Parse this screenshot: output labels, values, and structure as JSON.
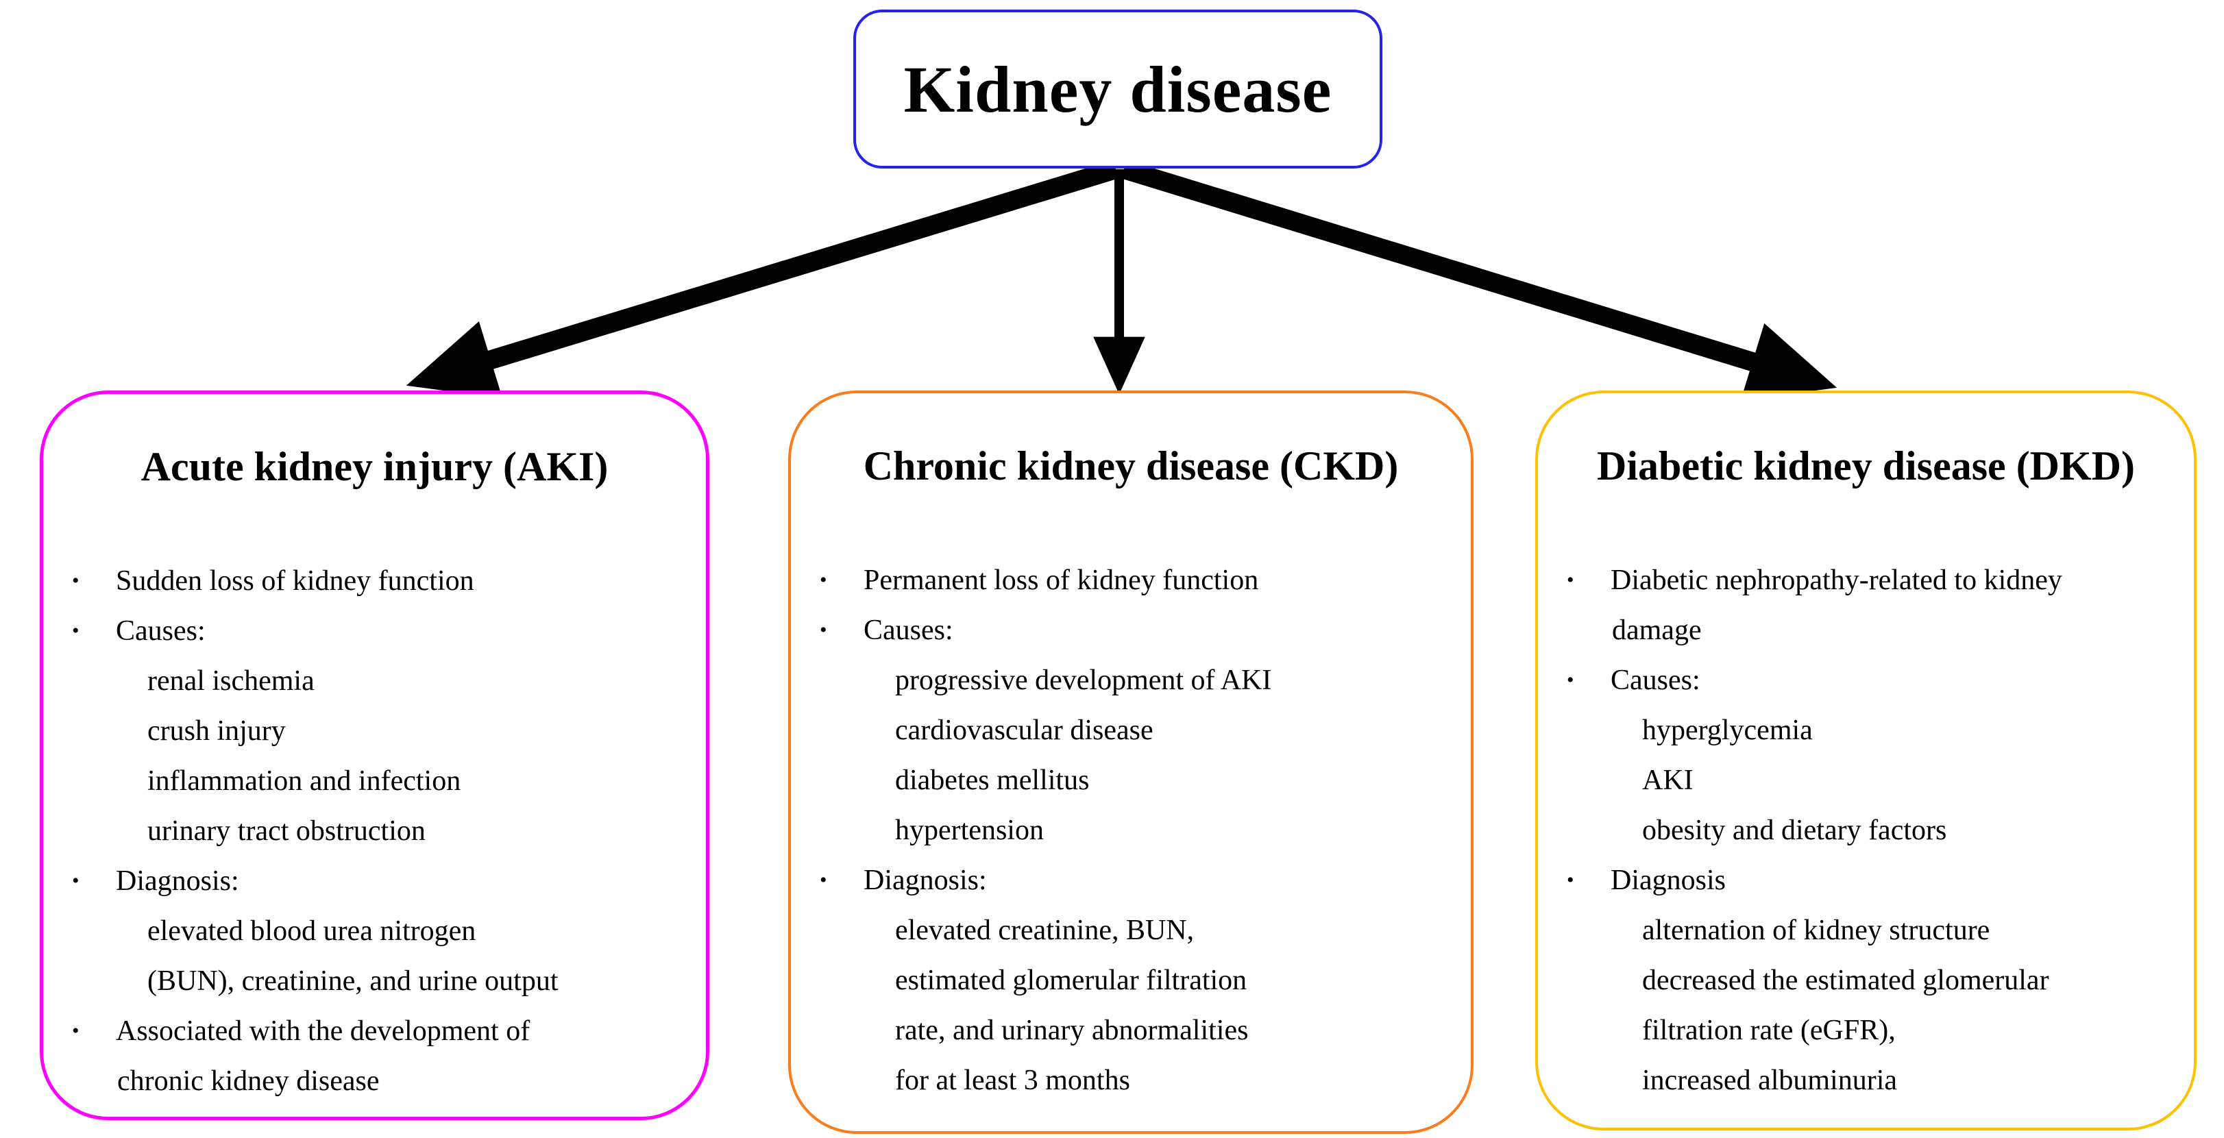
{
  "title": {
    "label": "Kidney disease"
  },
  "colors": {
    "root_border": "#2323ee",
    "aki_border": "#ff00ff",
    "ckd_border": "#f97c1d",
    "dkd_border": "#ffc000",
    "arrow": "#000000",
    "text": "#000000"
  },
  "bullet_glyph": "•",
  "boxes": [
    {
      "id": "aki",
      "title": "Acute kidney injury (AKI)",
      "lines": [
        {
          "type": "bullet",
          "text": "Sudden loss of kidney function"
        },
        {
          "type": "bullet",
          "text": "Causes:"
        },
        {
          "type": "sub",
          "text": "renal ischemia"
        },
        {
          "type": "sub",
          "text": "crush injury"
        },
        {
          "type": "sub",
          "text": "inflammation and infection"
        },
        {
          "type": "sub",
          "text": "urinary tract obstruction"
        },
        {
          "type": "bullet",
          "text": "Diagnosis:"
        },
        {
          "type": "sub",
          "text": "elevated blood urea nitrogen"
        },
        {
          "type": "sub",
          "text": "(BUN), creatinine, and urine output"
        },
        {
          "type": "bullet",
          "text": "Associated with the development of"
        },
        {
          "type": "cont",
          "text": "chronic kidney disease"
        }
      ]
    },
    {
      "id": "ckd",
      "title": "Chronic kidney disease (CKD)",
      "lines": [
        {
          "type": "bullet",
          "text": "Permanent loss of kidney function"
        },
        {
          "type": "bullet",
          "text": "Causes:"
        },
        {
          "type": "sub",
          "text": "progressive development of AKI"
        },
        {
          "type": "sub",
          "text": "cardiovascular disease"
        },
        {
          "type": "sub",
          "text": "diabetes mellitus"
        },
        {
          "type": "sub",
          "text": "hypertension"
        },
        {
          "type": "bullet",
          "text": "Diagnosis:"
        },
        {
          "type": "sub",
          "text": "elevated creatinine, BUN,"
        },
        {
          "type": "sub",
          "text": "estimated glomerular filtration"
        },
        {
          "type": "sub",
          "text": "rate, and urinary abnormalities"
        },
        {
          "type": "sub",
          "text": "for at least 3 months"
        }
      ]
    },
    {
      "id": "dkd",
      "title": "Diabetic kidney disease (DKD)",
      "lines": [
        {
          "type": "bullet",
          "text": "Diabetic nephropathy-related to kidney"
        },
        {
          "type": "cont",
          "text": "damage"
        },
        {
          "type": "bullet",
          "text": "Causes:"
        },
        {
          "type": "sub",
          "text": "hyperglycemia"
        },
        {
          "type": "sub",
          "text": "AKI"
        },
        {
          "type": "sub",
          "text": "obesity and dietary factors"
        },
        {
          "type": "bullet",
          "text": "Diagnosis"
        },
        {
          "type": "sub",
          "text": "alternation of kidney structure"
        },
        {
          "type": "sub",
          "text": "decreased the estimated glomerular"
        },
        {
          "type": "sub",
          "text": "filtration rate (eGFR),"
        },
        {
          "type": "sub",
          "text": "increased albuminuria"
        }
      ]
    }
  ]
}
